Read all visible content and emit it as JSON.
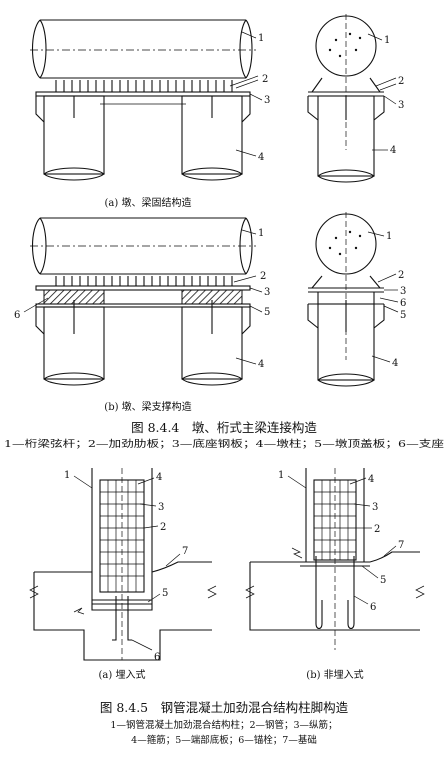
{
  "fig844": {
    "caption_a": "(a) 墩、梁固结构造",
    "caption_b": "(b) 墩、梁支撑构造",
    "title": "图 8.4.4　墩、桁式主梁连接构造",
    "legend": "1—桁梁弦杆；2—加劲肋板；3—底座钢板；4—墩柱；5—墩顶盖板；6—支座",
    "labels_a_left": [
      "1",
      "2",
      "3",
      "4"
    ],
    "labels_a_right": [
      "1",
      "2",
      "3",
      "4"
    ],
    "labels_b_left": [
      "1",
      "2",
      "3",
      "6",
      "5",
      "4"
    ],
    "labels_b_right": [
      "1",
      "2",
      "3",
      "6",
      "5",
      "4"
    ]
  },
  "fig845": {
    "caption_a": "(a) 埋入式",
    "caption_b": "(b) 非埋入式",
    "title": "图 8.4.5　钢管混凝土加劲混合结构柱脚构造",
    "legend_line1": "1—钢管混凝土加劲混合结构柱；2—钢管；3—纵筋；",
    "legend_line2": "4—箍筋；5—端部底板；6—锚栓；7—基础",
    "labels_a": [
      "1",
      "4",
      "3",
      "2",
      "7",
      "5",
      "6"
    ],
    "labels_b": [
      "1",
      "4",
      "3",
      "2",
      "7",
      "5",
      "6"
    ]
  }
}
